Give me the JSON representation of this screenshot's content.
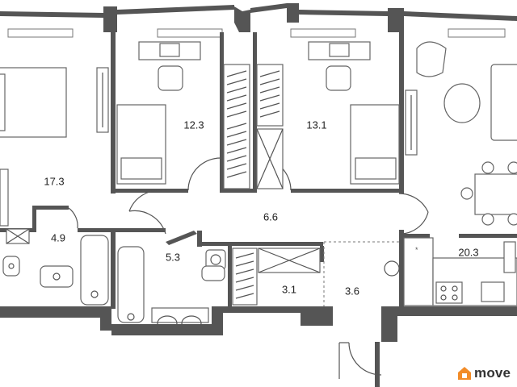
{
  "rooms": [
    {
      "id": "bedroom-master",
      "area": "17.3"
    },
    {
      "id": "bedroom-2",
      "area": "12.3"
    },
    {
      "id": "bedroom-3",
      "area": "13.1"
    },
    {
      "id": "corridor",
      "area": "6.6"
    },
    {
      "id": "kitchen-living",
      "area": "20.3"
    },
    {
      "id": "bathroom-1",
      "area": "4.9"
    },
    {
      "id": "bathroom-2",
      "area": "5.3"
    },
    {
      "id": "storage",
      "area": "3.1"
    },
    {
      "id": "hall",
      "area": "3.6"
    }
  ],
  "brand": {
    "text": "move",
    "accent": "#f28c28"
  },
  "colors": {
    "wall": "#555555",
    "background": "#ffffff"
  }
}
